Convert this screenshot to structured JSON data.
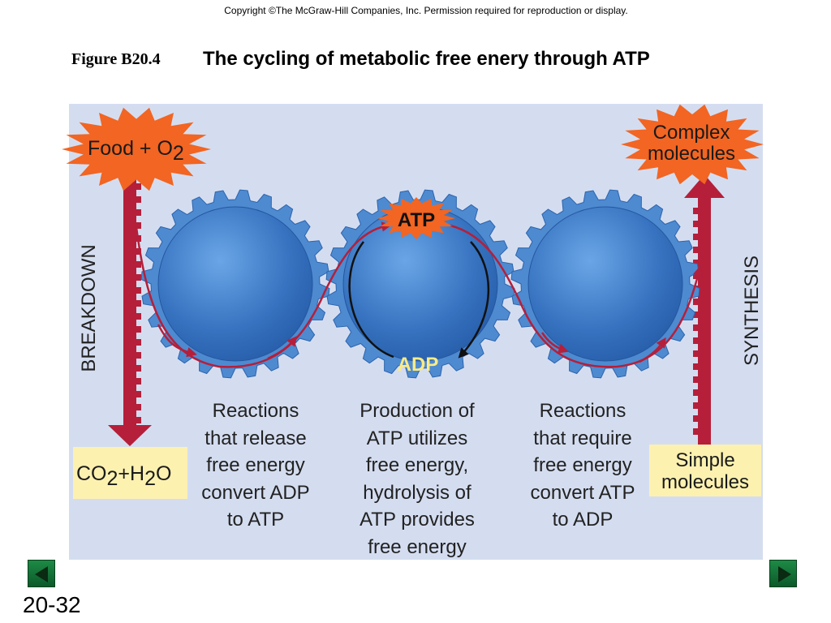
{
  "header": {
    "copyright": "Copyright ©The McGraw-Hill Companies, Inc.  Permission required for reproduction or display.",
    "figure_label": "Figure B20.4",
    "figure_title": "The cycling of metabolic free enery through ATP"
  },
  "diagram": {
    "food_label": "Food + O",
    "food_sub": "2",
    "complex_line1": "Complex",
    "complex_line2": "molecules",
    "co2_text": "CO",
    "co2_sub": "2",
    "plus": "+",
    "h2o_text": "H",
    "h2o_sub": "2",
    "h2o_end": "O",
    "simple_line1": "Simple",
    "simple_line2": "molecules",
    "breakdown": "BREAKDOWN",
    "synthesis": "SYNTHESIS",
    "atp": "ATP",
    "adp": "ADP",
    "caption_left": "Reactions\nthat release\nfree energy\nconvert ADP\nto ATP",
    "caption_center": "Production of\nATP utilizes\nfree energy,\nhydrolysis of\nATP provides\nfree energy",
    "caption_right": "Reactions\nthat require\nfree energy\nconvert ATP\nto ADP"
  },
  "colors": {
    "burst": "#f26522",
    "arrow": "#b51f3a",
    "gear": "#3f7fc6",
    "yellow_box": "#fdf1b0"
  },
  "footer": {
    "page_number": "20-32",
    "prev_icon": "triangle-left-icon",
    "next_icon": "triangle-right-icon"
  }
}
